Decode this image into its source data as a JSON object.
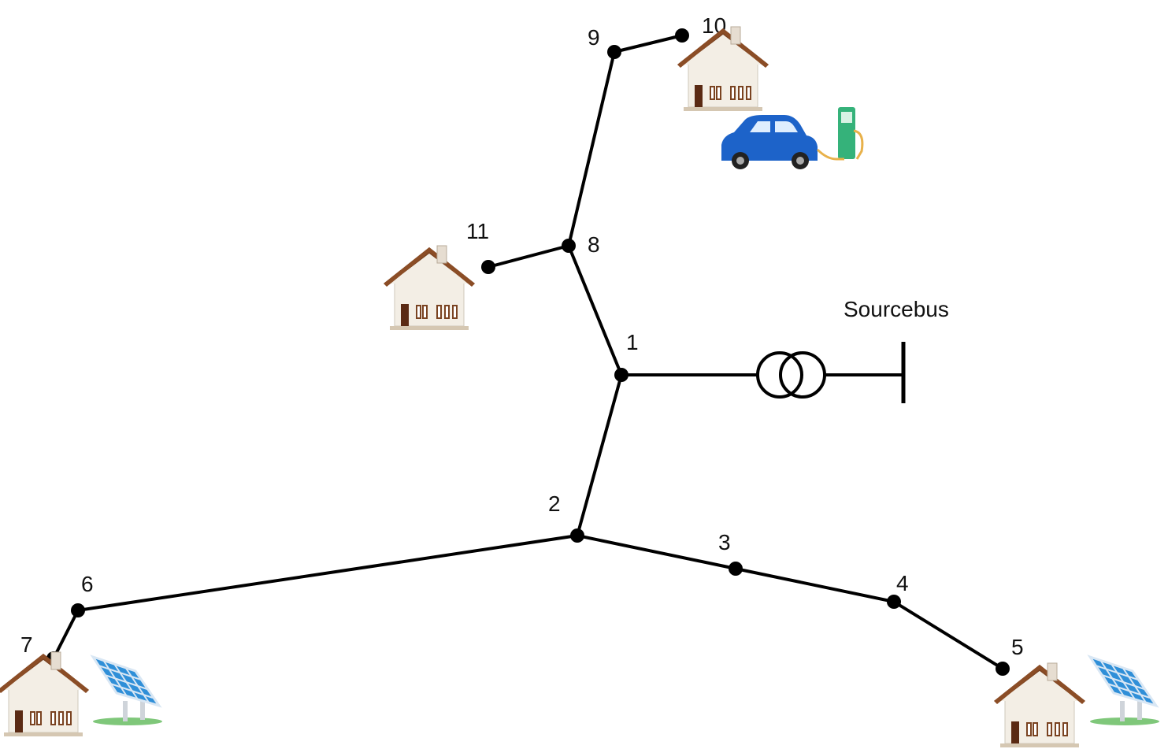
{
  "diagram": {
    "source_label": "Sourcebus",
    "nodes": [
      {
        "id": "1",
        "label": "1"
      },
      {
        "id": "2",
        "label": "2"
      },
      {
        "id": "3",
        "label": "3"
      },
      {
        "id": "4",
        "label": "4"
      },
      {
        "id": "5",
        "label": "5"
      },
      {
        "id": "6",
        "label": "6"
      },
      {
        "id": "7",
        "label": "7"
      },
      {
        "id": "8",
        "label": "8"
      },
      {
        "id": "9",
        "label": "9"
      },
      {
        "id": "10",
        "label": "10"
      },
      {
        "id": "11",
        "label": "11"
      }
    ],
    "edges": [
      [
        "1",
        "2"
      ],
      [
        "2",
        "3"
      ],
      [
        "3",
        "4"
      ],
      [
        "4",
        "5"
      ],
      [
        "2",
        "6"
      ],
      [
        "6",
        "7"
      ],
      [
        "1",
        "8"
      ],
      [
        "8",
        "9"
      ],
      [
        "9",
        "10"
      ],
      [
        "8",
        "11"
      ]
    ],
    "attachments": [
      {
        "node": "10",
        "items": [
          "house-icon",
          "ev-charger-icon"
        ]
      },
      {
        "node": "11",
        "items": [
          "house-icon"
        ]
      },
      {
        "node": "7",
        "items": [
          "house-icon",
          "solar-panel-icon"
        ]
      },
      {
        "node": "5",
        "items": [
          "house-icon",
          "solar-panel-icon"
        ]
      }
    ],
    "colors": {
      "line": "#000000",
      "node": "#000000",
      "roof": "#7a4321",
      "wall": "#f1ece3",
      "panel": "#2f8fd8",
      "car": "#1d63c9",
      "charger": "#35b27a"
    }
  }
}
